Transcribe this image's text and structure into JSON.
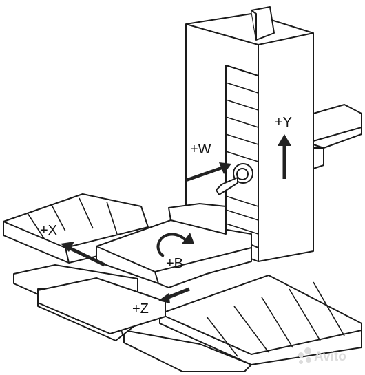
{
  "diagram": {
    "axes": {
      "y": "+Y",
      "w": "+W",
      "x": "+X",
      "b": "+B",
      "z": "+Z"
    },
    "watermark": "Avito"
  },
  "colors": {
    "line": "#1a1a1a",
    "fill": "#ffffff",
    "arrow": "#222222",
    "watermark": "#dcdcdc"
  }
}
